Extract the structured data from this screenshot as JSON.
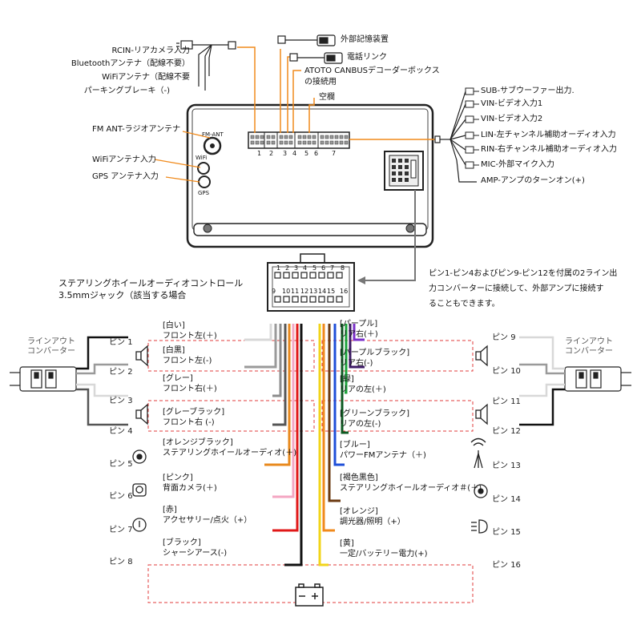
{
  "top_labels": {
    "rcin": "RCIN-リアカメラ入力",
    "bt": "Bluetoothアンテナ（配線不要）",
    "wifi": "WiFiアンテナ（配線不要",
    "parking": "パーキングブレーキ（-)",
    "ext_storage": "外部記憶装置",
    "phone_link": "電話リンク",
    "canbus_1": "ATOTO CANBUSデコーダーボックス",
    "canbus_2": "の接続用",
    "blank": "空欄"
  },
  "left_labels": {
    "fm": "FM ANT-ラジオアンテナ",
    "wifi_in": "WiFiアンテナ入力",
    "gps_in": "GPS アンテナ入力"
  },
  "unit_labels": {
    "fm_ant": "FM-ANT",
    "wifi": "WiFi",
    "gps": "GPS",
    "port_numbers": [
      "1",
      "2",
      "3",
      "4",
      "5",
      "6",
      "7"
    ]
  },
  "right_labels": [
    "SUB-サブウーファー出力.",
    "VIN-ビデオ入力1",
    "VIN-ビデオ入力2",
    "LIN-左チャンネル補助オーディオ入力",
    "RIN-右チャンネル補助オーディオ入力",
    "MIC-外部マイク入力",
    "AMP-アンプのターンオン(+)"
  ],
  "note": {
    "line1": "ピン1-ピン4およびピン9-ピン12を付属の2ライン出",
    "line2": "力コンバーターに接続して、外部アンプに接続す",
    "line3": "ることもできます。"
  },
  "steering_text": {
    "line1": "ステアリングホイールオーディオコントロール",
    "line2": "3.5mmジャック（該当する場合"
  },
  "connector_pins_top": [
    "8",
    "7",
    "6",
    "5",
    "4",
    "3",
    "2",
    "1"
  ],
  "connector_pins_bottom": [
    "9",
    "10",
    "11",
    "12",
    "13",
    "14",
    "15",
    "16"
  ],
  "converter": {
    "left_1": "ラインアウト",
    "left_2": "コンバーター",
    "right_1": "ラインアウト",
    "right_2": "コンバーター"
  },
  "pin_prefix": "ピン",
  "pins_left": [
    {
      "num": "1",
      "color": "[白い]",
      "func": "フロント左(＋)",
      "wire": "#d8d8d8"
    },
    {
      "num": "2",
      "color": "[白黒]",
      "func": "フロント左(-)",
      "wire": "#9a9a9a"
    },
    {
      "num": "3",
      "color": "[グレー]",
      "func": "フロント右(＋)",
      "wire": "#8c8c8c"
    },
    {
      "num": "4",
      "color": "[グレーブラック]",
      "func": "フロント右 (-)",
      "wire": "#555555"
    },
    {
      "num": "5",
      "color": "[オレンジブラック]",
      "func": "ステアリングホイールオーディオ(＋)",
      "wire": "#e8891c"
    },
    {
      "num": "6",
      "color": "[ピンク]",
      "func": "背面カメラ(＋)",
      "wire": "#f4a6c2"
    },
    {
      "num": "7",
      "color": "[赤]",
      "func": "アクセサリー/点火（+）",
      "wire": "#e01818"
    },
    {
      "num": "8",
      "color": "[ブラック]",
      "func": "シャーシアース(-)",
      "wire": "#111111"
    }
  ],
  "pins_right": [
    {
      "num": "9",
      "color": "[パープル]",
      "func": "リア右(＋)",
      "wire": "#7a2fc9"
    },
    {
      "num": "10",
      "color": "[パープルブラック]",
      "func": "リア右(-)",
      "wire": "#3d1a66"
    },
    {
      "num": "11",
      "color": "[緑]",
      "func": "リアの左(＋)",
      "wire": "#1aa23a"
    },
    {
      "num": "12",
      "color": "[グリーンブラック]",
      "func": "リアの左(-)",
      "wire": "#0d5a22"
    },
    {
      "num": "13",
      "color": "[ブルー]",
      "func": "パワーFMアンテナ（＋)",
      "wire": "#1f4fd8"
    },
    {
      "num": "14",
      "color": "[褐色黒色]",
      "func": "ステアリングホイールオーディオ＃(＋)",
      "wire": "#6b3a12"
    },
    {
      "num": "15",
      "color": "[オレンジ]",
      "func": "調光器/照明（+）",
      "wire": "#f08a1c"
    },
    {
      "num": "16",
      "color": "[黄]",
      "func": "一定/バッテリー電力(+)",
      "wire": "#f2d41a"
    }
  ],
  "colors": {
    "orange_line": "#f08a1c",
    "dash_red": "#e23b3b",
    "note_arrow": "#777777",
    "outline": "#222222"
  },
  "icons": {
    "speaker": "speaker-icon",
    "steering": "steering-wheel-icon",
    "camera": "camera-icon",
    "ignition": "ignition-key-icon",
    "antenna": "antenna-tower-icon",
    "light": "headlight-icon",
    "battery": "battery-icon"
  }
}
